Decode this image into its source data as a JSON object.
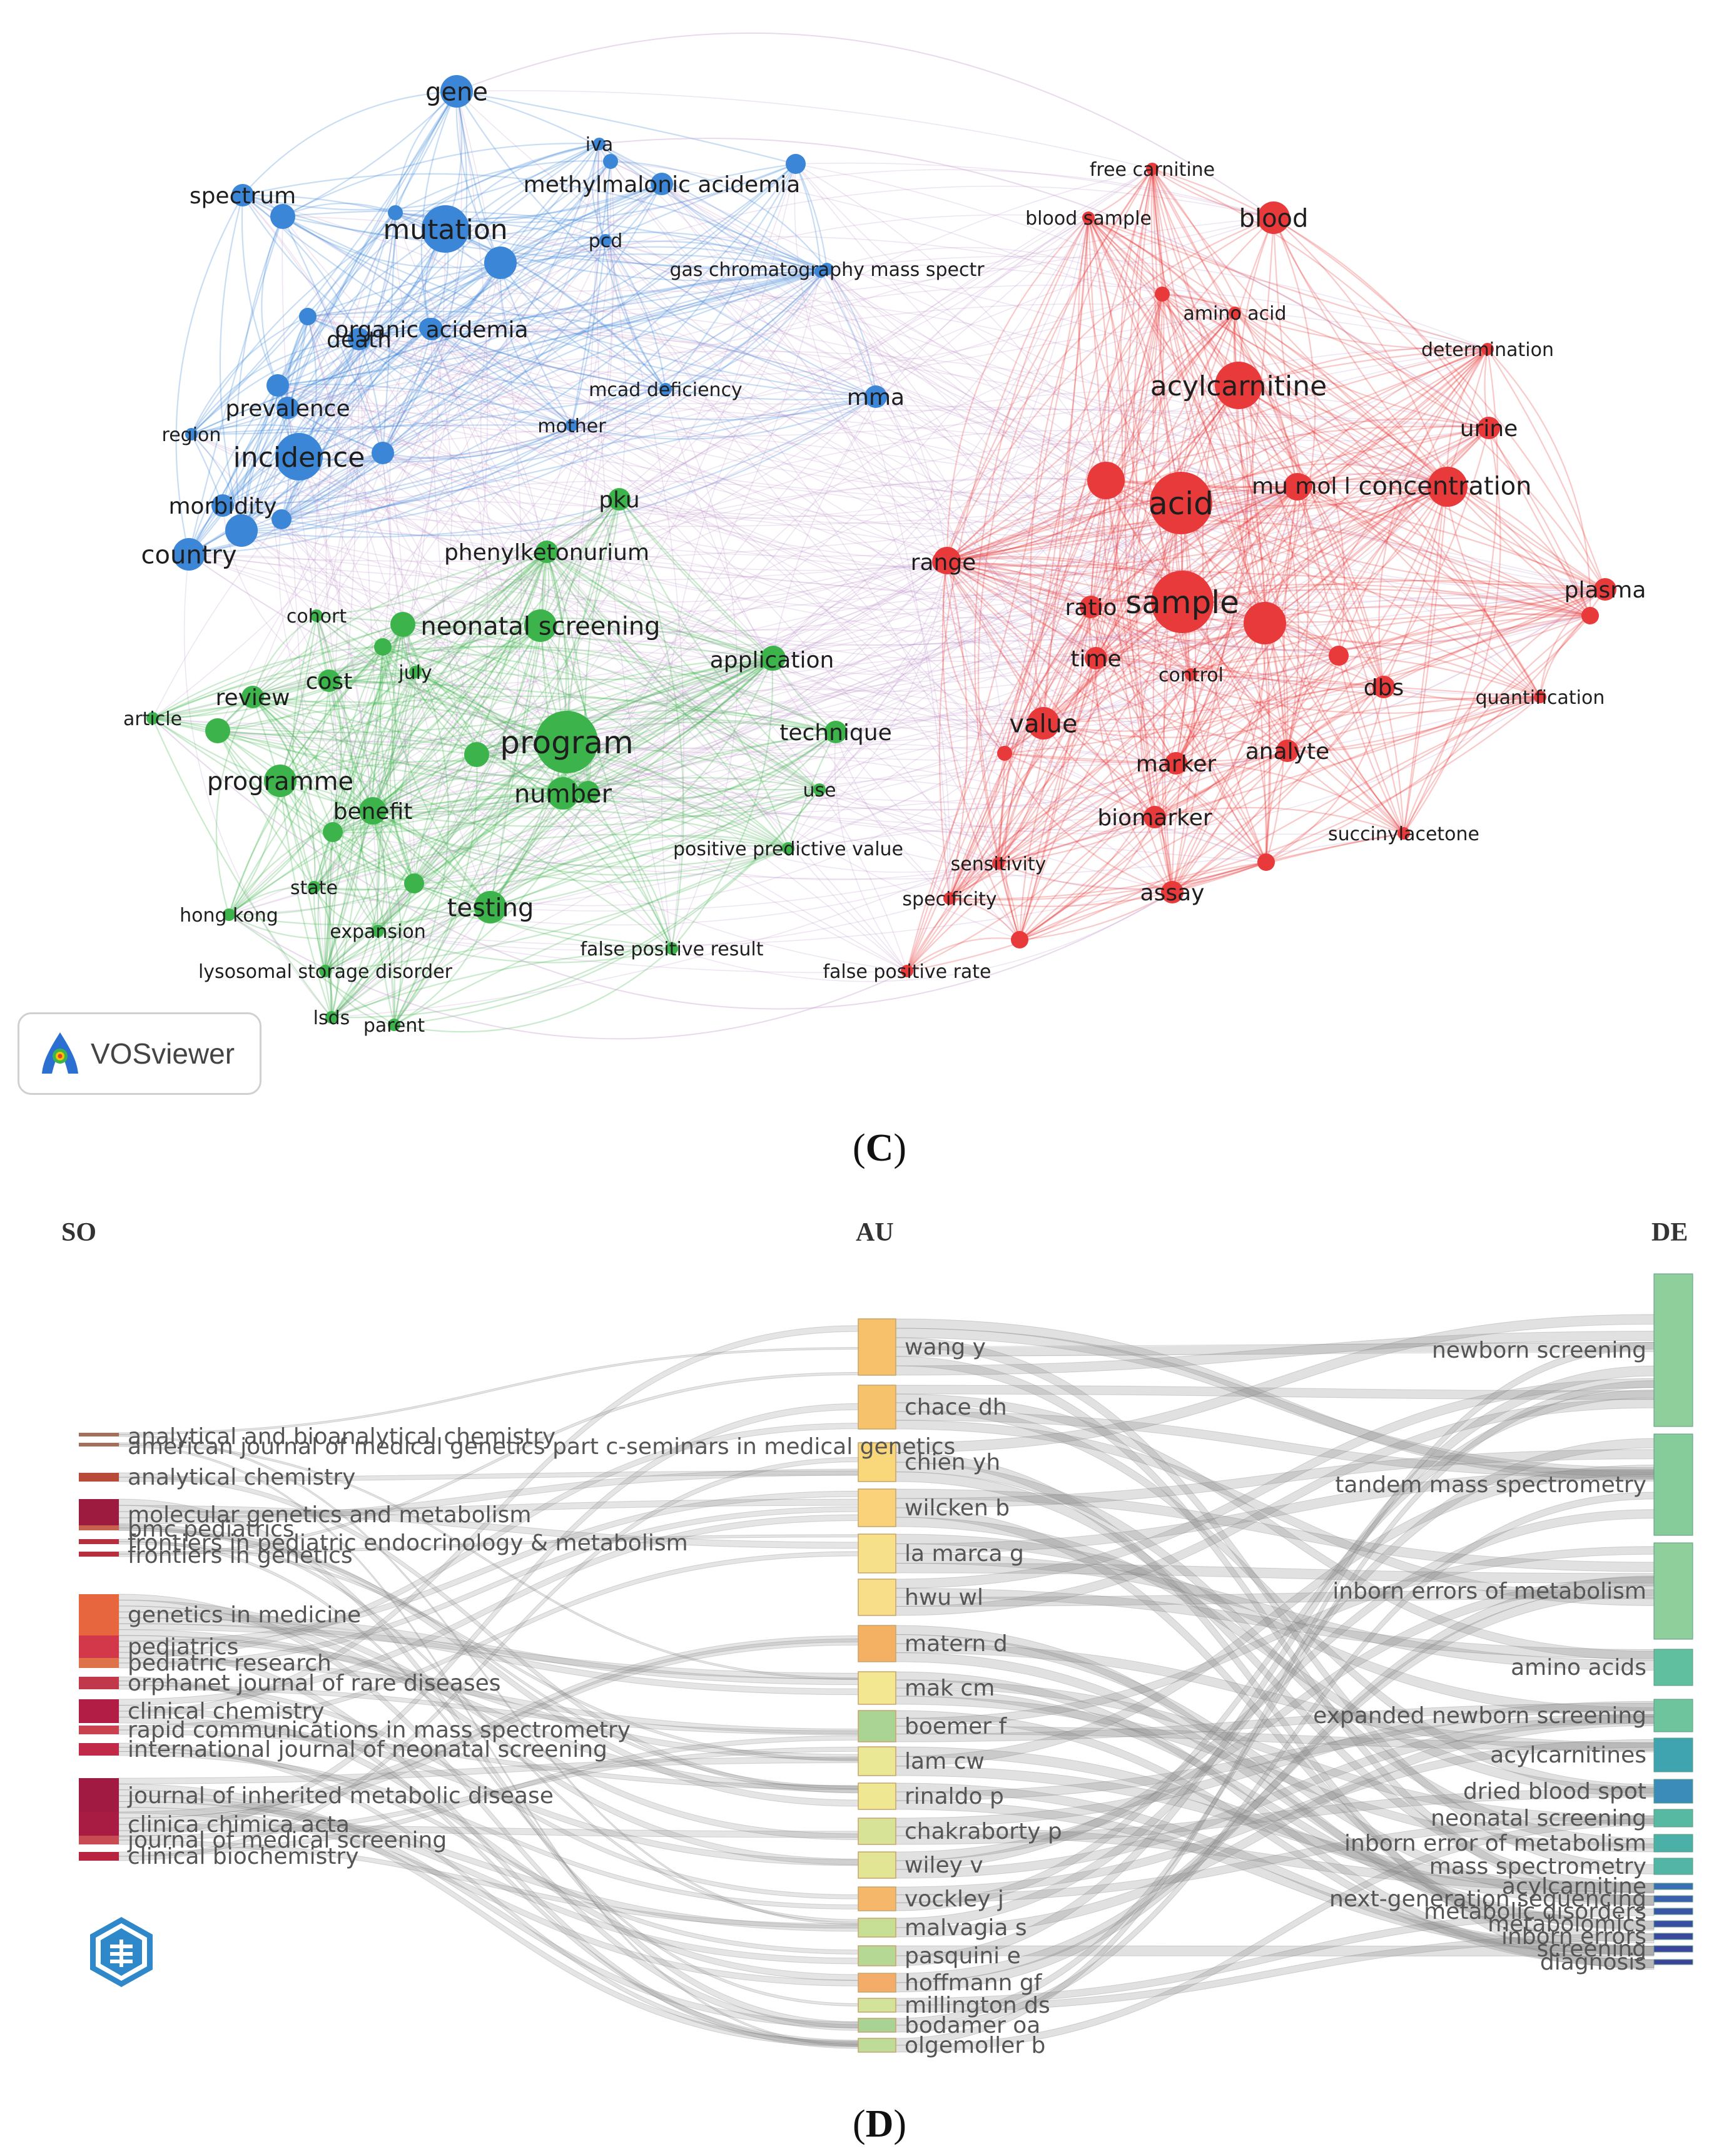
{
  "panel_c": {
    "label_open": "(",
    "label_letter": "C",
    "label_close": ")",
    "badge_text": "VOSviewer",
    "colors": {
      "blue": "#3b86d6",
      "green": "#3cb44b",
      "red": "#e8393b"
    },
    "nodes": [
      {
        "label": "gene",
        "cluster": "blue",
        "weight": 3
      },
      {
        "label": "spectrum",
        "cluster": "blue",
        "weight": 2
      },
      {
        "label": "mutation",
        "cluster": "blue",
        "weight": 4
      },
      {
        "label": "iva",
        "cluster": "blue",
        "weight": 1
      },
      {
        "label": "methylmalonic acidemia",
        "cluster": "blue",
        "weight": 2
      },
      {
        "label": "pcd",
        "cluster": "blue",
        "weight": 1
      },
      {
        "label": "gas chromatography mass spectr",
        "cluster": "blue",
        "weight": 1
      },
      {
        "label": "death",
        "cluster": "blue",
        "weight": 2
      },
      {
        "label": "organic acidemia",
        "cluster": "blue",
        "weight": 2
      },
      {
        "label": "prevalence",
        "cluster": "blue",
        "weight": 2
      },
      {
        "label": "region",
        "cluster": "blue",
        "weight": 1
      },
      {
        "label": "incidence",
        "cluster": "blue",
        "weight": 4
      },
      {
        "label": "mcad deficiency",
        "cluster": "blue",
        "weight": 1
      },
      {
        "label": "mother",
        "cluster": "blue",
        "weight": 1
      },
      {
        "label": "mma",
        "cluster": "blue",
        "weight": 2
      },
      {
        "label": "morbidity",
        "cluster": "blue",
        "weight": 2
      },
      {
        "label": "country",
        "cluster": "blue",
        "weight": 3
      },
      {
        "label": "pku",
        "cluster": "green",
        "weight": 2
      },
      {
        "label": "phenylketonurium",
        "cluster": "green",
        "weight": 2
      },
      {
        "label": "cohort",
        "cluster": "green",
        "weight": 1
      },
      {
        "label": "neonatal screening",
        "cluster": "green",
        "weight": 3
      },
      {
        "label": "july",
        "cluster": "green",
        "weight": 1
      },
      {
        "label": "cost",
        "cluster": "green",
        "weight": 2
      },
      {
        "label": "review",
        "cluster": "green",
        "weight": 2
      },
      {
        "label": "article",
        "cluster": "green",
        "weight": 1
      },
      {
        "label": "application",
        "cluster": "green",
        "weight": 2
      },
      {
        "label": "program",
        "cluster": "green",
        "weight": 5
      },
      {
        "label": "technique",
        "cluster": "green",
        "weight": 2
      },
      {
        "label": "programme",
        "cluster": "green",
        "weight": 3
      },
      {
        "label": "benefit",
        "cluster": "green",
        "weight": 2
      },
      {
        "label": "number",
        "cluster": "green",
        "weight": 3
      },
      {
        "label": "use",
        "cluster": "green",
        "weight": 1
      },
      {
        "label": "positive predictive value",
        "cluster": "green",
        "weight": 1
      },
      {
        "label": "state",
        "cluster": "green",
        "weight": 1
      },
      {
        "label": "hong kong",
        "cluster": "green",
        "weight": 1
      },
      {
        "label": "testing",
        "cluster": "green",
        "weight": 3
      },
      {
        "label": "expansion",
        "cluster": "green",
        "weight": 1
      },
      {
        "label": "false positive result",
        "cluster": "green",
        "weight": 1
      },
      {
        "label": "lysosomal storage disorder",
        "cluster": "green",
        "weight": 1
      },
      {
        "label": "lsds",
        "cluster": "green",
        "weight": 1
      },
      {
        "label": "parent",
        "cluster": "green",
        "weight": 1
      },
      {
        "label": "free carnitine",
        "cluster": "red",
        "weight": 1
      },
      {
        "label": "blood sample",
        "cluster": "red",
        "weight": 1
      },
      {
        "label": "blood",
        "cluster": "red",
        "weight": 3
      },
      {
        "label": "amino acid",
        "cluster": "red",
        "weight": 1
      },
      {
        "label": "determination",
        "cluster": "red",
        "weight": 1
      },
      {
        "label": "acylcarnitine",
        "cluster": "red",
        "weight": 4
      },
      {
        "label": "urine",
        "cluster": "red",
        "weight": 2
      },
      {
        "label": "mu mol l",
        "cluster": "red",
        "weight": 2
      },
      {
        "label": "concentration",
        "cluster": "red",
        "weight": 3
      },
      {
        "label": "acid",
        "cluster": "red",
        "weight": 5
      },
      {
        "label": "range",
        "cluster": "red",
        "weight": 2
      },
      {
        "label": "ratio",
        "cluster": "red",
        "weight": 2
      },
      {
        "label": "sample",
        "cluster": "red",
        "weight": 5
      },
      {
        "label": "plasma",
        "cluster": "red",
        "weight": 2
      },
      {
        "label": "time",
        "cluster": "red",
        "weight": 2
      },
      {
        "label": "control",
        "cluster": "red",
        "weight": 1
      },
      {
        "label": "dbs",
        "cluster": "red",
        "weight": 2
      },
      {
        "label": "quantification",
        "cluster": "red",
        "weight": 1
      },
      {
        "label": "value",
        "cluster": "red",
        "weight": 3
      },
      {
        "label": "marker",
        "cluster": "red",
        "weight": 2
      },
      {
        "label": "analyte",
        "cluster": "red",
        "weight": 2
      },
      {
        "label": "biomarker",
        "cluster": "red",
        "weight": 2
      },
      {
        "label": "succinylacetone",
        "cluster": "red",
        "weight": 1
      },
      {
        "label": "sensitivity",
        "cluster": "red",
        "weight": 1
      },
      {
        "label": "specificity",
        "cluster": "red",
        "weight": 1
      },
      {
        "label": "assay",
        "cluster": "red",
        "weight": 2
      },
      {
        "label": "false positive rate",
        "cluster": "red",
        "weight": 1
      }
    ]
  },
  "panel_d": {
    "label_open": "(",
    "label_letter": "D",
    "label_close": ")",
    "col_headers": {
      "so": "SO",
      "au": "AU",
      "de": "DE"
    },
    "so": [
      {
        "name": "analytical and bioanalytical chemistry",
        "color": "#a0705a"
      },
      {
        "name": "american journal of medical genetics part c-seminars in medical genetics",
        "color": "#a0705a"
      },
      {
        "name": "analytical chemistry",
        "color": "#b84a3a"
      },
      {
        "name": "molecular genetics and metabolism",
        "color": "#9e1b40"
      },
      {
        "name": "bmc pediatrics",
        "color": "#c9604f"
      },
      {
        "name": "frontiers in pediatric endocrinology & metabolism",
        "color": "#b52f3f"
      },
      {
        "name": "frontiers in genetics",
        "color": "#b52f3f"
      },
      {
        "name": "genetics in medicine",
        "color": "#e8663d"
      },
      {
        "name": "pediatrics",
        "color": "#d3374a"
      },
      {
        "name": "pediatric research",
        "color": "#e0724a"
      },
      {
        "name": "orphanet journal of rare diseases",
        "color": "#c1384a"
      },
      {
        "name": "clinical chemistry",
        "color": "#b11d44"
      },
      {
        "name": "rapid communications in mass spectrometry",
        "color": "#c9404e"
      },
      {
        "name": "international journal of neonatal screening",
        "color": "#c02a48"
      },
      {
        "name": "journal of inherited metabolic disease",
        "color": "#a11a42"
      },
      {
        "name": "clinica chimica acta",
        "color": "#a81c44"
      },
      {
        "name": "journal of medical screening",
        "color": "#c84a52"
      },
      {
        "name": "clinical biochemistry",
        "color": "#b8233f"
      }
    ],
    "au": [
      {
        "name": "wang y",
        "color": "#f7c06b"
      },
      {
        "name": "chace dh",
        "color": "#f7c26c"
      },
      {
        "name": "chien yh",
        "color": "#f9d77b"
      },
      {
        "name": "wilcken b",
        "color": "#f9d27a"
      },
      {
        "name": "la marca g",
        "color": "#f6e08a"
      },
      {
        "name": "hwu wl",
        "color": "#f8de89"
      },
      {
        "name": "matern d",
        "color": "#f4b063"
      },
      {
        "name": "mak cm",
        "color": "#f3e891"
      },
      {
        "name": "boemer f",
        "color": "#a9d493"
      },
      {
        "name": "lam cw",
        "color": "#eae795"
      },
      {
        "name": "rinaldo p",
        "color": "#efe791"
      },
      {
        "name": "chakraborty p",
        "color": "#d7e396"
      },
      {
        "name": "wiley v",
        "color": "#e2e593"
      },
      {
        "name": "vockley j",
        "color": "#f5b86a"
      },
      {
        "name": "malvagia s",
        "color": "#c7df94"
      },
      {
        "name": "pasquini e",
        "color": "#b5d995"
      },
      {
        "name": "hoffmann gf",
        "color": "#f4ad68"
      },
      {
        "name": "millington ds",
        "color": "#d3e39a"
      },
      {
        "name": "bodamer oa",
        "color": "#a9d394"
      },
      {
        "name": "olgemoller b",
        "color": "#bedc98"
      }
    ],
    "de": [
      {
        "name": "newborn screening",
        "color": "#8fcf9c"
      },
      {
        "name": "tandem mass spectrometry",
        "color": "#86cc9b"
      },
      {
        "name": "inborn errors of metabolism",
        "color": "#8fcf9c"
      },
      {
        "name": "amino acids",
        "color": "#5fbf9f"
      },
      {
        "name": "expanded newborn screening",
        "color": "#6ec49d"
      },
      {
        "name": "acylcarnitines",
        "color": "#3fa3b0"
      },
      {
        "name": "dried blood spot",
        "color": "#3b8cb8"
      },
      {
        "name": "neonatal screening",
        "color": "#57b9a2"
      },
      {
        "name": "inborn error of metabolism",
        "color": "#4ab0a8"
      },
      {
        "name": "mass spectrometry",
        "color": "#52b5a5"
      },
      {
        "name": "acylcarnitine",
        "color": "#3a6fb5"
      },
      {
        "name": "next-generation sequencing",
        "color": "#3a5fae"
      },
      {
        "name": "metabolic disorders",
        "color": "#3a55a8"
      },
      {
        "name": "metabolomics",
        "color": "#3a4da4"
      },
      {
        "name": "inborn errors",
        "color": "#3b48a0"
      },
      {
        "name": "screening",
        "color": "#3c459d"
      },
      {
        "name": "diagnosis",
        "color": "#3d429a"
      }
    ]
  }
}
